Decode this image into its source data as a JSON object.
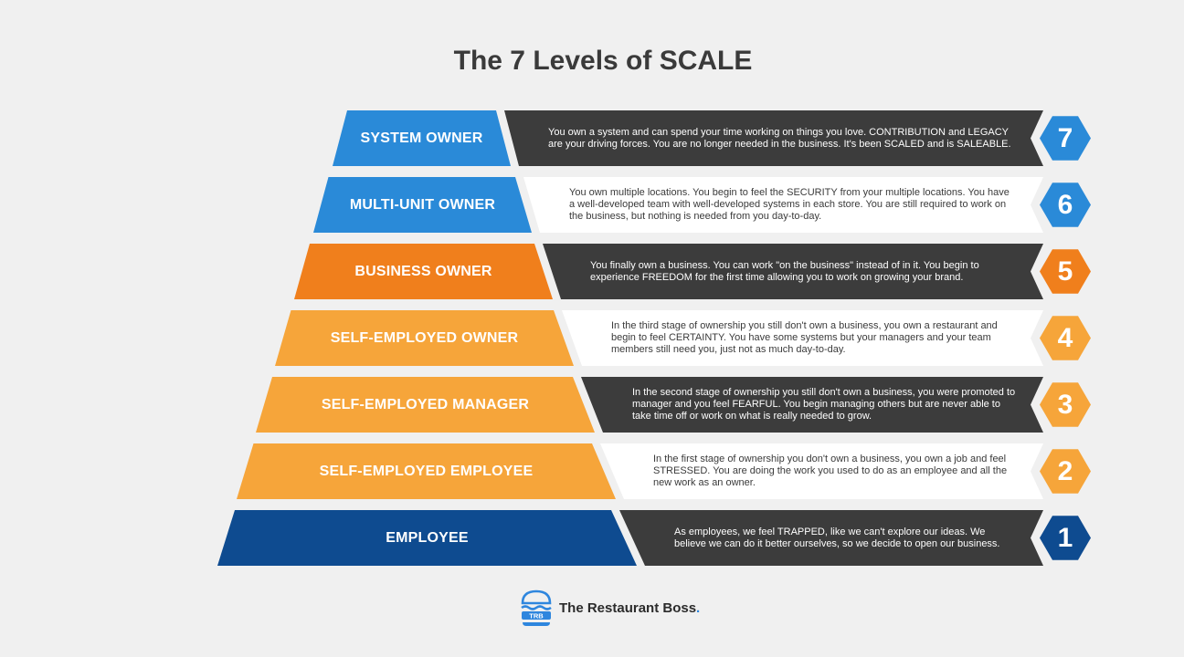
{
  "title": "The 7 Levels of SCALE",
  "colors": {
    "background": "#f0f0f0",
    "dark_panel": "#3c3c3c",
    "light_panel": "#ffffff",
    "dark_text": "#ffffff",
    "light_text": "#3a3a3a"
  },
  "levels": [
    {
      "number": "7",
      "label": "SYSTEM OWNER",
      "description": "You own a system and can spend your time working on things you love. CONTRIBUTION and LEGACY are your driving forces. You are no longer needed in the business. It's been SCALED and is SALEABLE.",
      "color": "#2a8ad8",
      "panel": "dark"
    },
    {
      "number": "6",
      "label": "MULTI-UNIT OWNER",
      "description": "You own multiple locations. You begin to feel the SECURITY from your multiple locations. You have a well-developed team with well-developed systems in each store. You are still required to work on the business, but nothing is needed from you day-to-day.",
      "color": "#2a8ad8",
      "panel": "light"
    },
    {
      "number": "5",
      "label": "BUSINESS OWNER",
      "description": "You finally own a business. You can work \"on the business\" instead of in it. You begin to experience FREEDOM for the first time allowing you to work on growing your brand.",
      "color": "#f07f1c",
      "panel": "dark"
    },
    {
      "number": "4",
      "label": "SELF-EMPLOYED OWNER",
      "description": "In the third stage of ownership you still don't own a business, you own a restaurant and begin to feel CERTAINTY. You have some systems but your managers and your team members still need you, just not as much day-to-day.",
      "color": "#f6a53a",
      "panel": "light"
    },
    {
      "number": "3",
      "label": "SELF-EMPLOYED MANAGER",
      "description": "In the second stage of ownership you still don't own a business, you were promoted to manager and you feel FEARFUL. You begin managing others but are never able to take time off or work on what is really needed to grow.",
      "color": "#f6a53a",
      "panel": "dark"
    },
    {
      "number": "2",
      "label": "SELF-EMPLOYED EMPLOYEE",
      "description": "In the first stage of ownership you don't own a business, you own a job and feel STRESSED. You are doing the work you used to do as an employee and all the new work as an owner.",
      "color": "#f6a53a",
      "panel": "light"
    },
    {
      "number": "1",
      "label": "EMPLOYEE",
      "description": "As employees, we feel TRAPPED, like we can't explore our ideas. We believe we can do it better ourselves, so we decide to open our business.",
      "color": "#0e4b90",
      "panel": "dark"
    }
  ],
  "brand": {
    "name": "The Restaurant Boss",
    "dot": ".",
    "logo_text": "TRB",
    "logo_icon": "burger-icon",
    "logo_color": "#2e86de"
  }
}
